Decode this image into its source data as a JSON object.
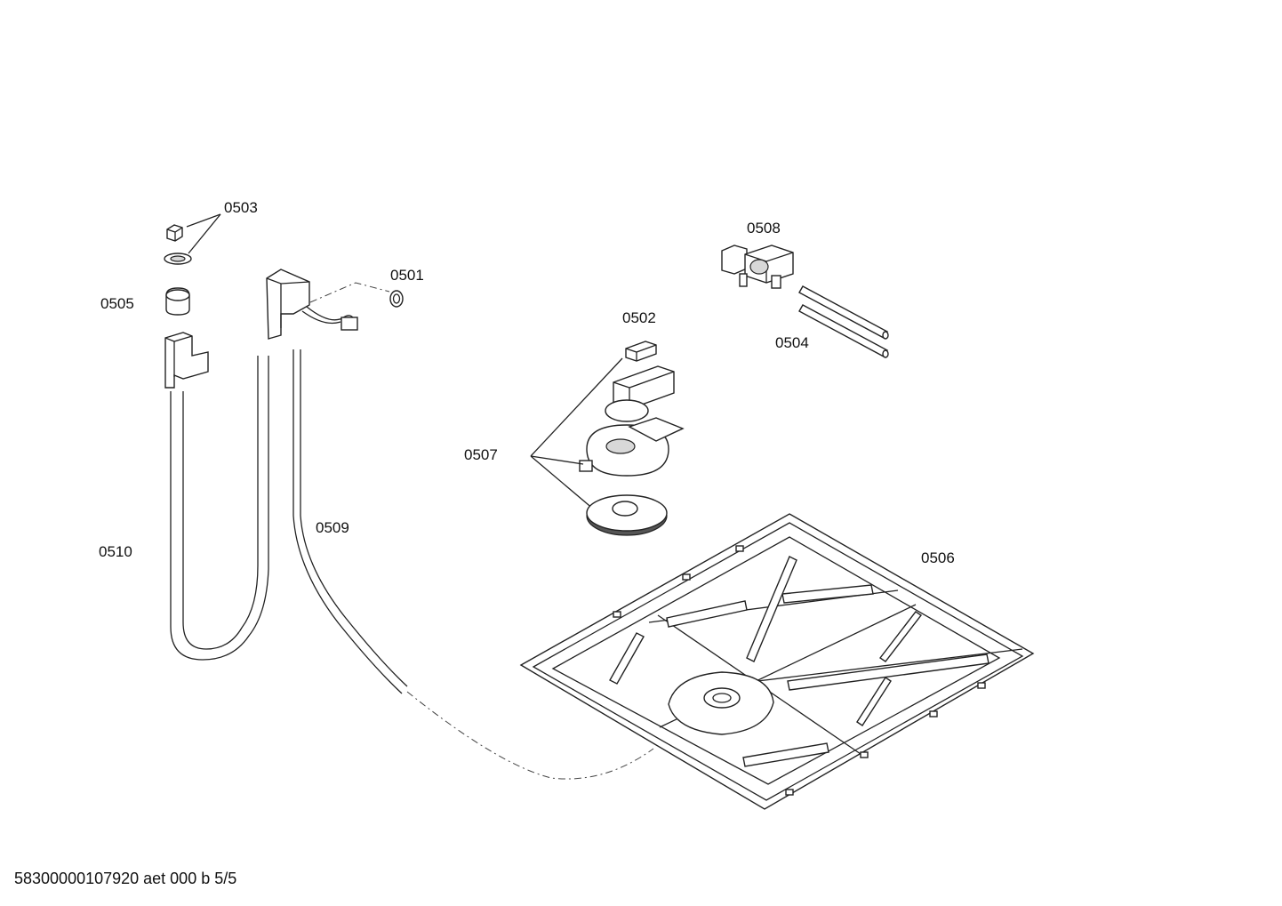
{
  "callouts": {
    "p0501": "0501",
    "p0502": "0502",
    "p0503": "0503",
    "p0504": "0504",
    "p0505": "0505",
    "p0506": "0506",
    "p0507": "0507",
    "p0508": "0508",
    "p0509": "0509",
    "p0510": "0510"
  },
  "footer": {
    "document_id": "58300000107920 aet 000 b 5/5"
  }
}
